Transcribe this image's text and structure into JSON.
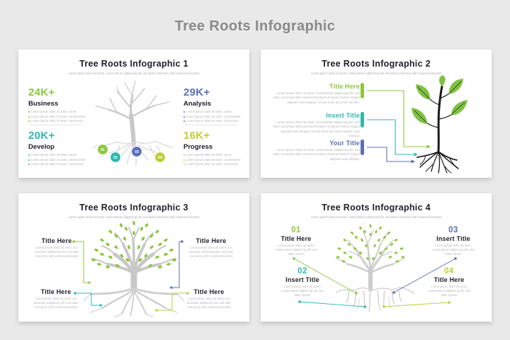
{
  "page": {
    "title": "Tree Roots Infographic"
  },
  "palette": {
    "green": "#8DC63F",
    "teal": "#2EB9B0",
    "indigo": "#5C6FB6",
    "lime": "#BDCF35",
    "dark_text": "#20202A",
    "muted_text": "#B3B3B3",
    "tree_gray": "#C8C8C8",
    "leaf_green": "#8CC63F",
    "plant_black": "#1B1B1B",
    "page_bg": "#E9E9EA",
    "card_bg": "#FFFFFF"
  },
  "slide1": {
    "title": "Tree Roots Infographic 1",
    "subtitle": "Lorem ipsum dolor sit amet, consectetuer adipiscing elit, sed diam nonummy nibh euismod tincidunt",
    "stats": [
      {
        "value": "24K+",
        "label": "Business",
        "color": "#8DC63F",
        "bullets": [
          "Lorem ipsum dolor sit amet, conse",
          "Lorem ipsum dolor sit amet, consectetuer",
          "Lorem ipsum dolor sit amet, consectetu"
        ]
      },
      {
        "value": "20K+",
        "label": "Develop",
        "color": "#2EB9B0",
        "bullets": [
          "Lorem ipsum dolor sit amet, conse",
          "Lorem ipsum dolor sit amet, consectetuer",
          "Lorem ipsum dolor sit amet, consectetu"
        ]
      },
      {
        "value": "29K+",
        "label": "Analysis",
        "color": "#5C6FB6",
        "bullets": [
          "Lorem ipsum dolor sit amet, conse",
          "Lorem ipsum dolor sit amet, consectetuer",
          "Lorem ipsum dolor sit amet, consectetu"
        ]
      },
      {
        "value": "16K+",
        "label": "Progress",
        "color": "#BDCF35",
        "bullets": [
          "Lorem ipsum dolor sit amet, conse",
          "Lorem ipsum dolor sit amet, consectetuer",
          "Lorem ipsum dolor sit amet, consectetu"
        ]
      }
    ],
    "markers": [
      "01",
      "02",
      "03",
      "04"
    ]
  },
  "slide2": {
    "title": "Tree Roots Infographic 2",
    "subtitle": "Lorem ipsum dolor sit amet, consectetuer adipiscing elit, sed diam nonummy nibh euismod tincidunt",
    "entries": [
      {
        "title": "Title Here",
        "color": "#8DC63F",
        "text": "Lorem ipsum dolor sit amet, consectetuer adipiscing elit, sed diam nonummy nibh euismod tincidunt ut laoreet dolore magna aliquam erat volutpat. Ut wisi enim ad minim veniam."
      },
      {
        "title": "Insert Title",
        "color": "#2EB9B0",
        "text": "Lorem ipsum dolor sit amet, consectetuer adipiscing elit, sed diam nonummy nibh euismod tincidunt ut laoreet dolore magna aliquam erat volutpat. Ut wisi enim ad minim veniam, quis nostrud."
      },
      {
        "title": "Your Title",
        "color": "#5C6FB6",
        "text": "Lorem ipsum dolor sit amet, consectetuer adipiscing elit, sed diam nonummy nibh euismod tincidunt ut laoreet dolore magna aliquam erat volutpat."
      }
    ]
  },
  "slide3": {
    "title": "Tree Roots Infographic 3",
    "subtitle": "Lorem ipsum dolor sit amet, consectetuer adipiscing elit, sed diam nonummy nibh euismod tincidunt",
    "labels": [
      {
        "title": "Title Here",
        "color": "#8DC63F",
        "position": "top-left",
        "text": "Lorem ipsum dolor sit amet, con sectetuer adipiscing elit, sed diam nonummy nibh euismod tincidunt"
      },
      {
        "title": "Title Here",
        "color": "#5C6FB6",
        "position": "top-right",
        "text": "Lorem ipsum dolor sit amet, con sectetuer adipiscing elit, sed diam nonummy nibh euismod tincidunt"
      },
      {
        "title": "Title Here",
        "color": "#2EB9B0",
        "position": "bottom-left",
        "text": "Lorem ipsum dolor sit amet, con sectetuer adipiscing elit, sed diam nonummy nibh euismod tincidunt"
      },
      {
        "title": "Title Here",
        "color": "#BDCF35",
        "position": "bottom-right",
        "text": "Lorem ipsum dolor sit amet, con sectetuer adipiscing elit, sed diam nonummy nibh euismod tincidunt"
      }
    ]
  },
  "slide4": {
    "title": "Tree Roots Infographic 4",
    "subtitle": "Lorem ipsum dolor sit amet, consectetuer adipiscing elit, sed diam nonummy nibh euismod tincidunt",
    "items": [
      {
        "num": "01",
        "title": "Title Here",
        "color": "#8DC63F",
        "text": "Lorem ipsum dolor sit amet, consectetuer adipiscing elit, sed diam nonum"
      },
      {
        "num": "02",
        "title": "Insert Title",
        "color": "#2EB9B0",
        "text": "Lorem ipsum dolor sit amet, consectetuer adipiscing elit, sed diam nonum"
      },
      {
        "num": "03",
        "title": "Insert Title",
        "color": "#5C6FB6",
        "text": "Lorem ipsum dolor sit amet, consectetuer adipiscing elit, sed diam nonum"
      },
      {
        "num": "04",
        "title": "Title Here",
        "color": "#BDCF35",
        "text": "Lorem ipsum dolor sit amet, consectetuer adipiscing elit, sed diam nonum"
      }
    ]
  }
}
